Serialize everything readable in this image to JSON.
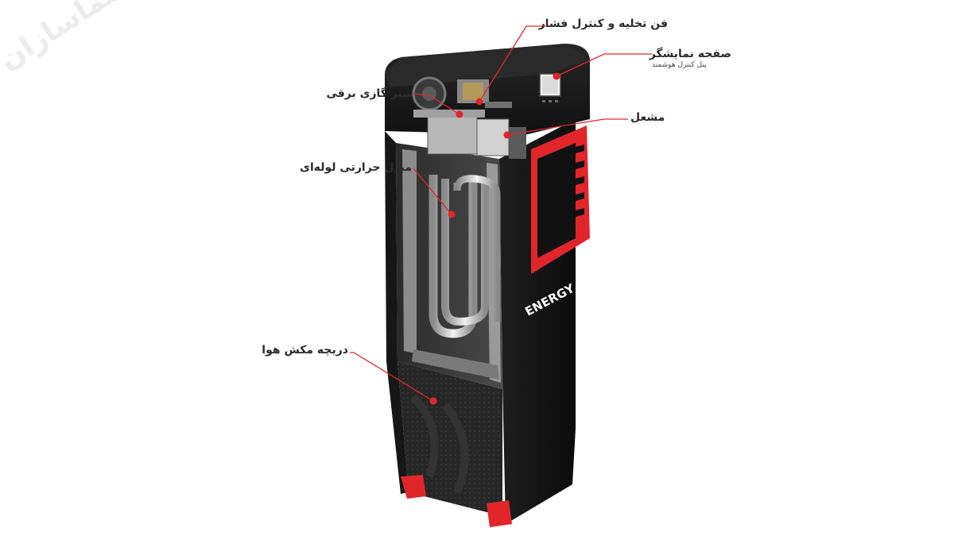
{
  "watermark": "سماسازان",
  "brand": "ENERGY",
  "callouts": [
    {
      "id": "fan",
      "label": "فن تخلیه و کنترل فشار"
    },
    {
      "id": "display",
      "label": "صفحه نمایشگر",
      "sublabel": "پنل کنترل هوشمند"
    },
    {
      "id": "valve",
      "label": "شیر گازی برقی"
    },
    {
      "id": "burner",
      "label": "مشعل"
    },
    {
      "id": "exchanger",
      "label": "مبدل حرارتی لوله‌ای"
    },
    {
      "id": "damper",
      "label": "دریچه مکش هوا"
    }
  ],
  "colors": {
    "accent": "#e0262b",
    "body": "#121212",
    "text": "#2b2b2b"
  }
}
